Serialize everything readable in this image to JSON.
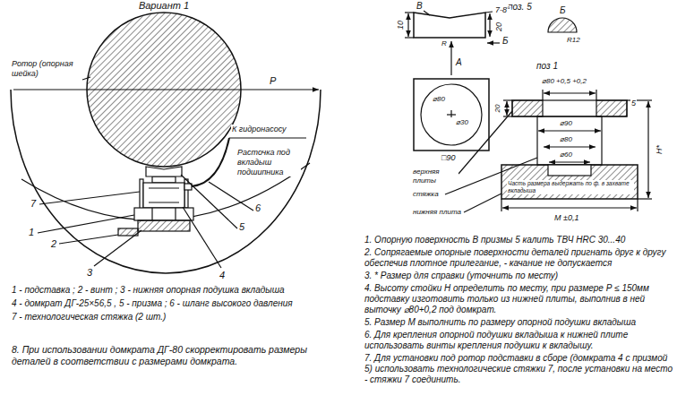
{
  "diagram": {
    "title": "Вариант 1",
    "labels": [
      "Ротор (опорная шейка)",
      "P",
      "К гидронасосу",
      "Расточка под вкладыш подшипника",
      "7",
      "1",
      "2",
      "3",
      "4",
      "5",
      "6",
      "1 - подставка ; 2 - винт ; 3 - нижняя опорная подушка вкладыша",
      "4 - домкрат ДГ-25×56,5 , 5 - призма ; 6 - шланг высокого давления",
      "7 - технологическая стяжка (2 шт.)",
      "8. При использовании домкрата ДГ-80 скорректировать размеры деталей в соответствии с размерами домкрата.",
      "В",
      "поз. 5",
      "7-8°",
      "10",
      "20",
      "Б",
      "R",
      "А",
      "Б",
      "R12",
      "⌀80",
      "⌀30",
      "□90",
      "поз 1",
      "⌀80 +0,5 +0,2",
      "20",
      "5",
      "⌀90",
      "⌀80",
      "⌀60",
      "верхняя плиты",
      "стяжка",
      "нижняя плита",
      "Часть размера выдержать по ф. в захвате вкладыша",
      "М ±0,1",
      "Н*",
      "1. Опорную поверхность В призмы 5 калить ТВЧ HRC 30...40",
      "2. Сопрягаемые опорные поверхности деталей пригнать друг к другу обеспечив плотное прилегание, - качание не допускается",
      "3. * Размер для справки (уточнить по месту)",
      "4. Высоту стойки Н определить по месту, при размере Р ≤ 150мм подставку изготовить только из нижней плиты, выполнив в ней выточку ⌀80+0,2 под домкрат.",
      "5. Размер М выполнить по размеру опорной подушки вкладыша",
      "6. Для крепления опорной подушки вкладыша к нижней плите использовать винты крепления подушки к вкладышу.",
      "7. Для установки под ротор подставки в сборе (домкрата 4 с призмой 5) использовать технологические стяжки 7, после установки на место - стяжки 7 соединить."
    ]
  }
}
